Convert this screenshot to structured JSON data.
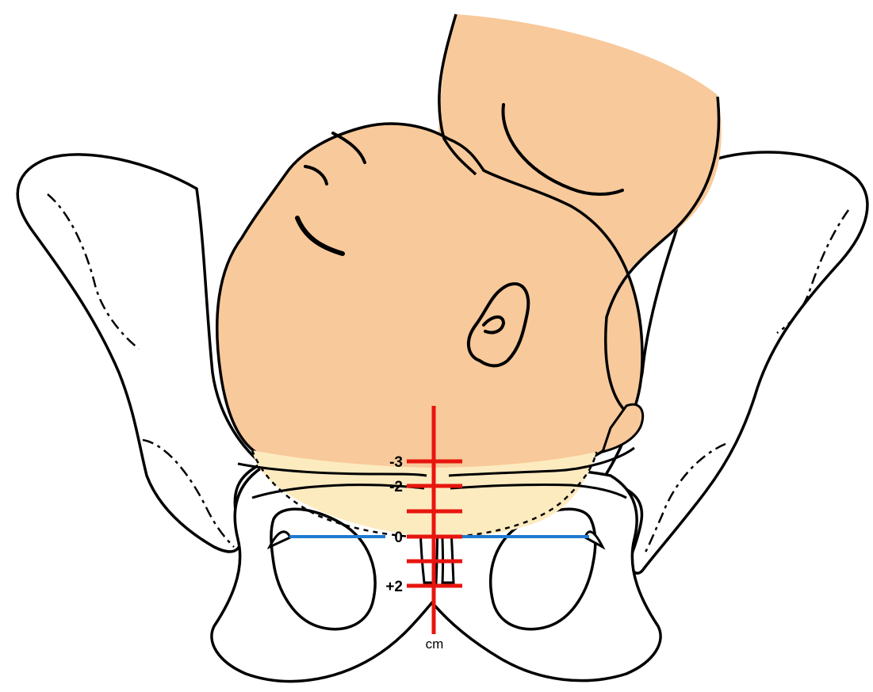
{
  "diagram": {
    "station_labels": [
      "-3",
      "-2",
      "0",
      "+2"
    ],
    "unit_label": "cm",
    "colors": {
      "skin": "#F8C99A",
      "presenting_part": "#FDEBC0",
      "pelvis_fill": "#FFFFFF",
      "outline": "#000000",
      "station_scale": "#E8150F",
      "ischial_spine_line": "#1F7BD0"
    }
  }
}
